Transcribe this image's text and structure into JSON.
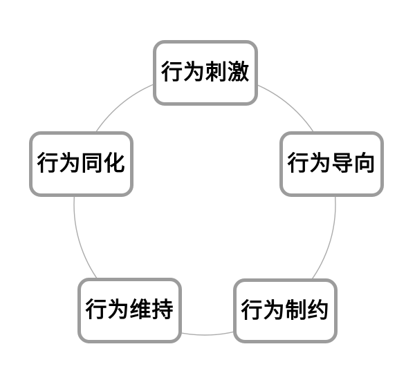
{
  "diagram": {
    "type": "cycle",
    "background_color": "#ffffff",
    "circle_color": "#ababab",
    "node_border_color": "#9c9c9c",
    "node_fill_color": "#ffffff",
    "text_color": "#000000",
    "nodes": [
      {
        "id": "behavior-stimulation",
        "label": "行为刺激",
        "position": "top"
      },
      {
        "id": "behavior-orientation",
        "label": "行为导向",
        "position": "right"
      },
      {
        "id": "behavior-constraint",
        "label": "行为制约",
        "position": "bottom-right"
      },
      {
        "id": "behavior-maintenance",
        "label": "行为维持",
        "position": "bottom-left"
      },
      {
        "id": "behavior-assimilation",
        "label": "行为同化",
        "position": "left"
      }
    ]
  }
}
